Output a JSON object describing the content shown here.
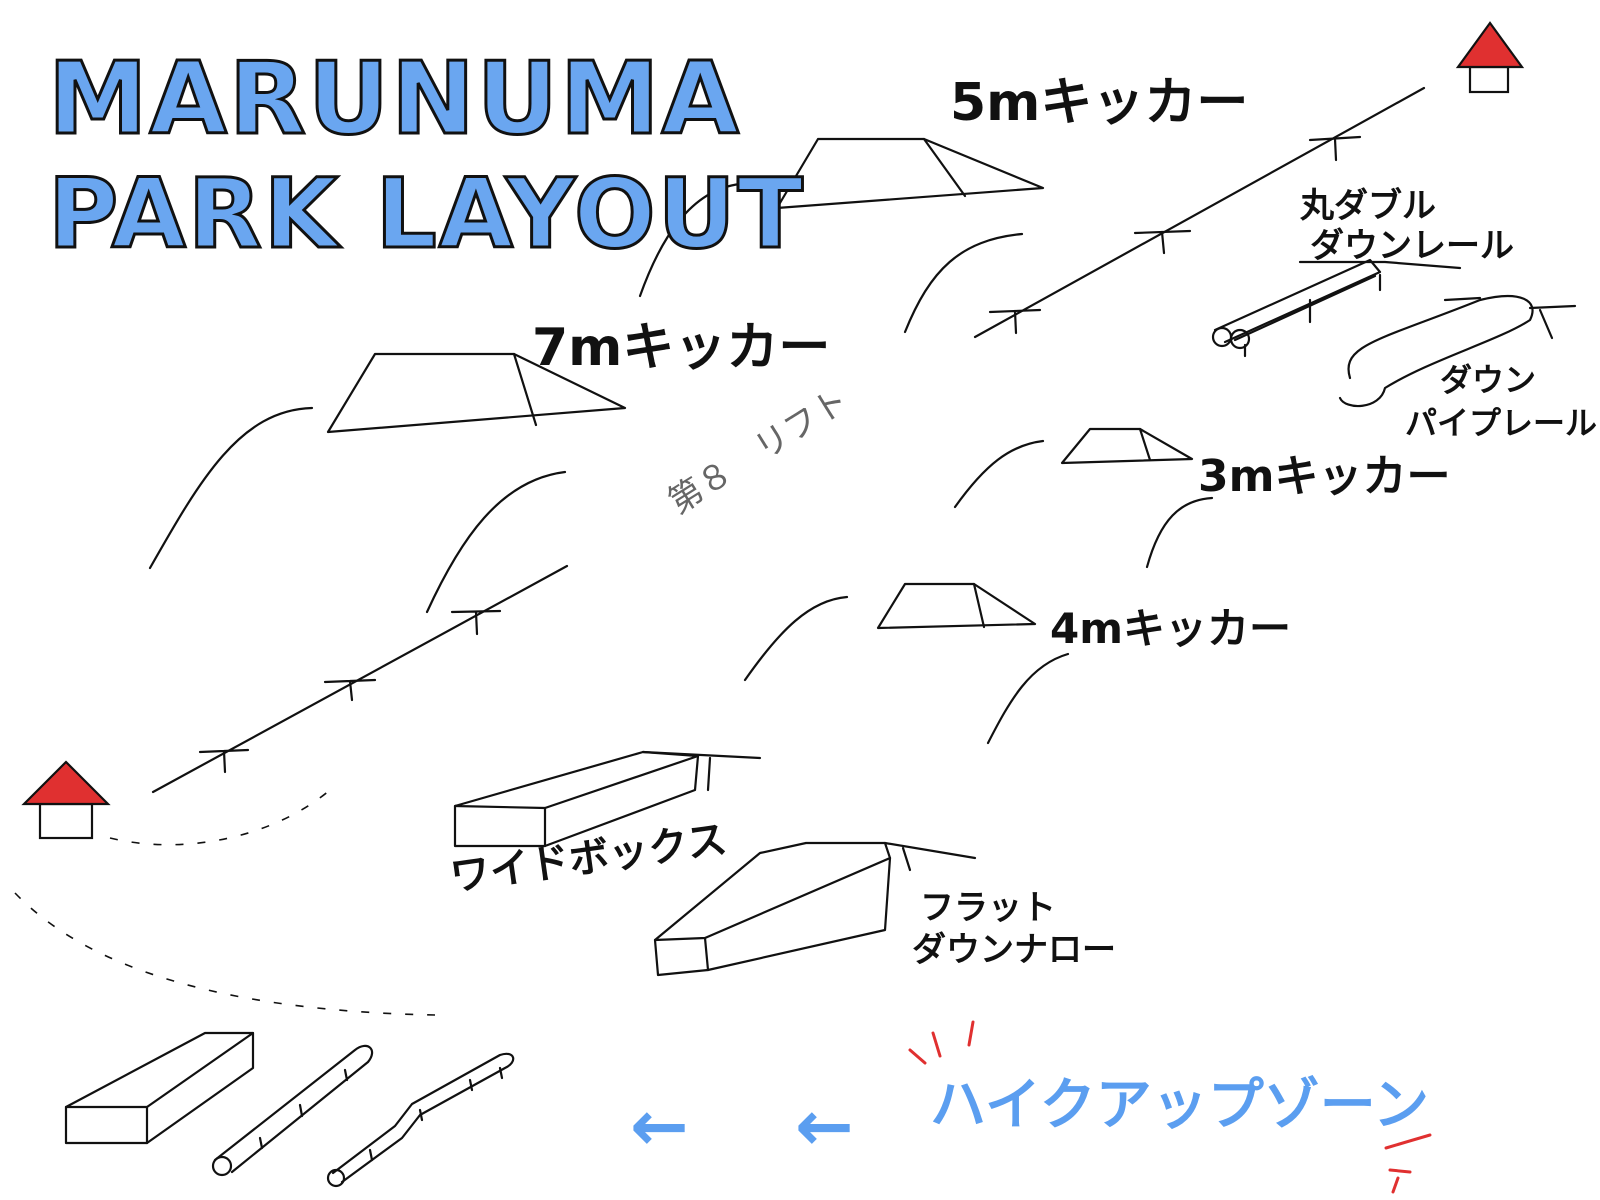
{
  "title": {
    "line1": "MARUNUMA",
    "line2": "PARK LAYOUT"
  },
  "lift": {
    "label": "第８　リフト"
  },
  "features": {
    "kicker_5m": "5mキッカー",
    "kicker_7m": "7mキッカー",
    "kicker_3m": "3mキッカー",
    "kicker_4m": "4mキッカー",
    "double_rail_line1": "丸ダブル",
    "double_rail_line2": "ダウンレール",
    "pipe_rail_line1": "ダウン",
    "pipe_rail_line2": "パイプレール",
    "wide_box": "ワイドボックス",
    "flat_down_line1": "フラット",
    "flat_down_line2": "ダウンナロー"
  },
  "hike_up": {
    "arrow1": "←",
    "arrow2": "←",
    "label": "ハイクアップゾーン"
  },
  "colors": {
    "title_fill": "#6aa6f0",
    "outline": "#111111",
    "house_roof": "#e03030",
    "hike_text": "#5b9ef0",
    "burst": "#e03030",
    "path_dots": "#c9d98a"
  }
}
